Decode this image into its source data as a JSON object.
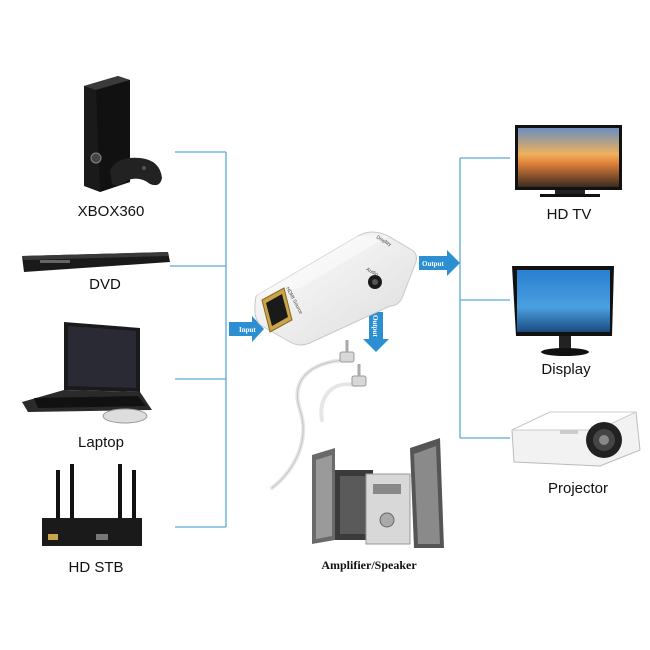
{
  "sources": [
    {
      "label": "XBOX360",
      "icon": "xbox360-console-icon"
    },
    {
      "label": "DVD",
      "icon": "dvd-player-icon"
    },
    {
      "label": "Laptop",
      "icon": "laptop-icon"
    },
    {
      "label": "HD STB",
      "icon": "set-top-box-icon"
    }
  ],
  "outputs": [
    {
      "label": "HD TV",
      "icon": "hd-tv-icon"
    },
    {
      "label": "Display",
      "icon": "display-monitor-icon"
    },
    {
      "label": "Projector",
      "icon": "projector-icon"
    }
  ],
  "arrows": {
    "input": "Input",
    "output_right": "Output",
    "output_down": "Output"
  },
  "adapter": {
    "hdmi_port_label": "HDMI Source",
    "display_label": "Display",
    "audio_label": "Audio"
  },
  "audio_device": {
    "label": "Amplifier/Speaker"
  },
  "colors": {
    "connector_line": "#5aa9d6",
    "arrow_fill": "#2b8fd2",
    "adapter_body": "#f4f4f4"
  }
}
